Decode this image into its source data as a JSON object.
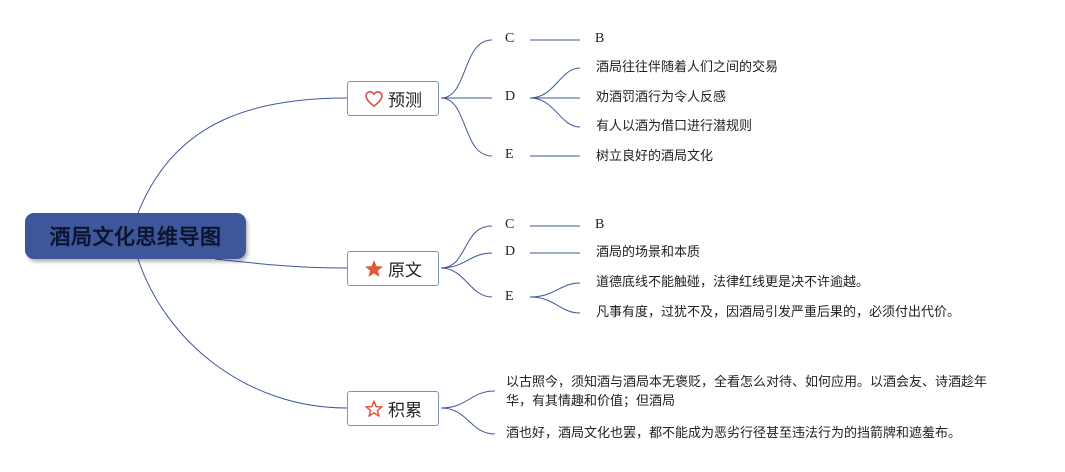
{
  "root": {
    "title": "酒局文化思维导图"
  },
  "icons": {
    "predict": "heart-outline-icon",
    "original": "star-filled-icon",
    "accumulate": "star-outline-icon"
  },
  "colors": {
    "root_fill": "#3d579a",
    "line": "#3d579a",
    "heart": "#d9534f",
    "star": "#e05a3a"
  },
  "branches": [
    {
      "label": "预测",
      "items": [
        {
          "letter": "C",
          "texts": [
            "B"
          ]
        },
        {
          "letter": "D",
          "texts": [
            "酒局往往伴随着人们之间的交易",
            "劝酒罚酒行为令人反感",
            "有人以酒为借口进行潜规则"
          ]
        },
        {
          "letter": "E",
          "texts": [
            "树立良好的酒局文化"
          ]
        }
      ]
    },
    {
      "label": "原文",
      "items": [
        {
          "letter": "C",
          "texts": [
            "B"
          ]
        },
        {
          "letter": "D",
          "texts": [
            "酒局的场景和本质"
          ]
        },
        {
          "letter": "E",
          "texts": [
            "道德底线不能触碰，法律红线更是决不许逾越。",
            "凡事有度，过犹不及，因酒局引发严重后果的，必须付出代价。"
          ]
        }
      ]
    },
    {
      "label": "积累",
      "texts": [
        "以古照今，须知酒与酒局本无褒贬，全看怎么对待、如何应用。以酒会友、诗酒趁年华，有其情趣和价值；但酒局",
        "酒也好，酒局文化也罢，都不能成为恶劣行径甚至违法行为的挡箭牌和遮羞布。"
      ]
    }
  ]
}
